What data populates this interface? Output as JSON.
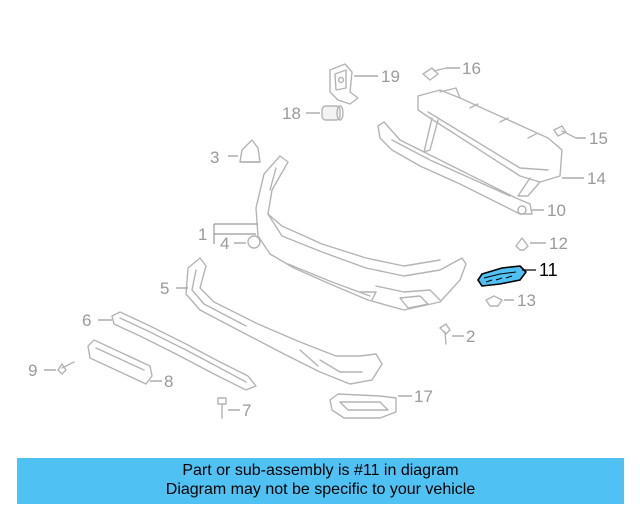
{
  "diagram": {
    "callouts": [
      {
        "id": "c1",
        "label": "1"
      },
      {
        "id": "c2",
        "label": "2"
      },
      {
        "id": "c3",
        "label": "3"
      },
      {
        "id": "c4",
        "label": "4"
      },
      {
        "id": "c5",
        "label": "5"
      },
      {
        "id": "c6",
        "label": "6"
      },
      {
        "id": "c7",
        "label": "7"
      },
      {
        "id": "c8",
        "label": "8"
      },
      {
        "id": "c9",
        "label": "9"
      },
      {
        "id": "c10",
        "label": "10"
      },
      {
        "id": "c11",
        "label": "11"
      },
      {
        "id": "c12",
        "label": "12"
      },
      {
        "id": "c13",
        "label": "13"
      },
      {
        "id": "c14",
        "label": "14"
      },
      {
        "id": "c15",
        "label": "15"
      },
      {
        "id": "c16",
        "label": "16"
      },
      {
        "id": "c17",
        "label": "17"
      },
      {
        "id": "c18",
        "label": "18"
      },
      {
        "id": "c19",
        "label": "19"
      }
    ],
    "highlighted": "11",
    "highlight_color": "#4fc1f2"
  },
  "banner": {
    "line1": "Part or sub-assembly is #11 in diagram",
    "line2": "Diagram may not be specific to your vehicle",
    "background": "#4fc1f2"
  }
}
